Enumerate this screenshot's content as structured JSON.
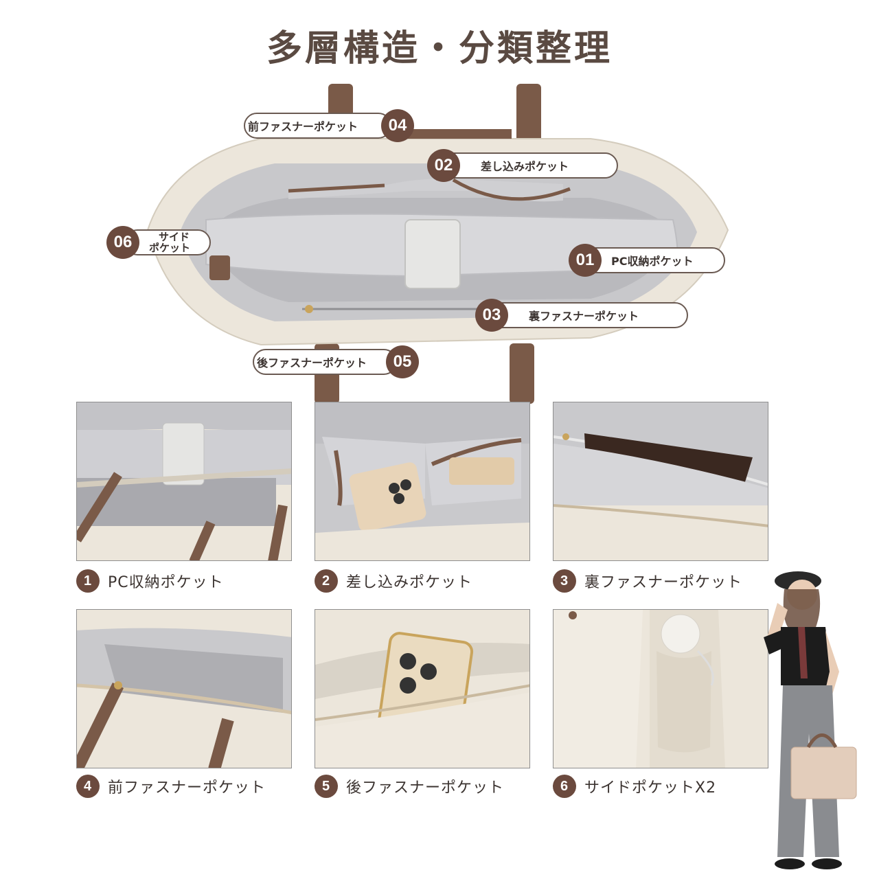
{
  "title": "多層構造・分類整理",
  "callouts": {
    "c04": {
      "num": "04",
      "label": "前ファスナーポケット"
    },
    "c02": {
      "num": "02",
      "label": "差し込みポケット"
    },
    "c06": {
      "num": "06",
      "label_line1": "サイド",
      "label_line2": "ポケット"
    },
    "c01": {
      "num": "01",
      "label": "PC収納ポケット"
    },
    "c03": {
      "num": "03",
      "label": "裏ファスナーポケット"
    },
    "c05": {
      "num": "05",
      "label": "後ファスナーポケット"
    }
  },
  "panels": [
    {
      "num": "1",
      "label": "PC収納ポケット"
    },
    {
      "num": "2",
      "label": "差し込みポケット"
    },
    {
      "num": "3",
      "label": "裏ファスナーポケット"
    },
    {
      "num": "4",
      "label": "前ファスナーポケット"
    },
    {
      "num": "5",
      "label": "後ファスナーポケット"
    },
    {
      "num": "6",
      "label": "サイドポケットX2"
    }
  ],
  "colors": {
    "accent_brown": "#6b4a3e",
    "bag_cream": "#ece6db",
    "lining_gray": "#c9c9cc",
    "strap_brown": "#7a5a48"
  }
}
